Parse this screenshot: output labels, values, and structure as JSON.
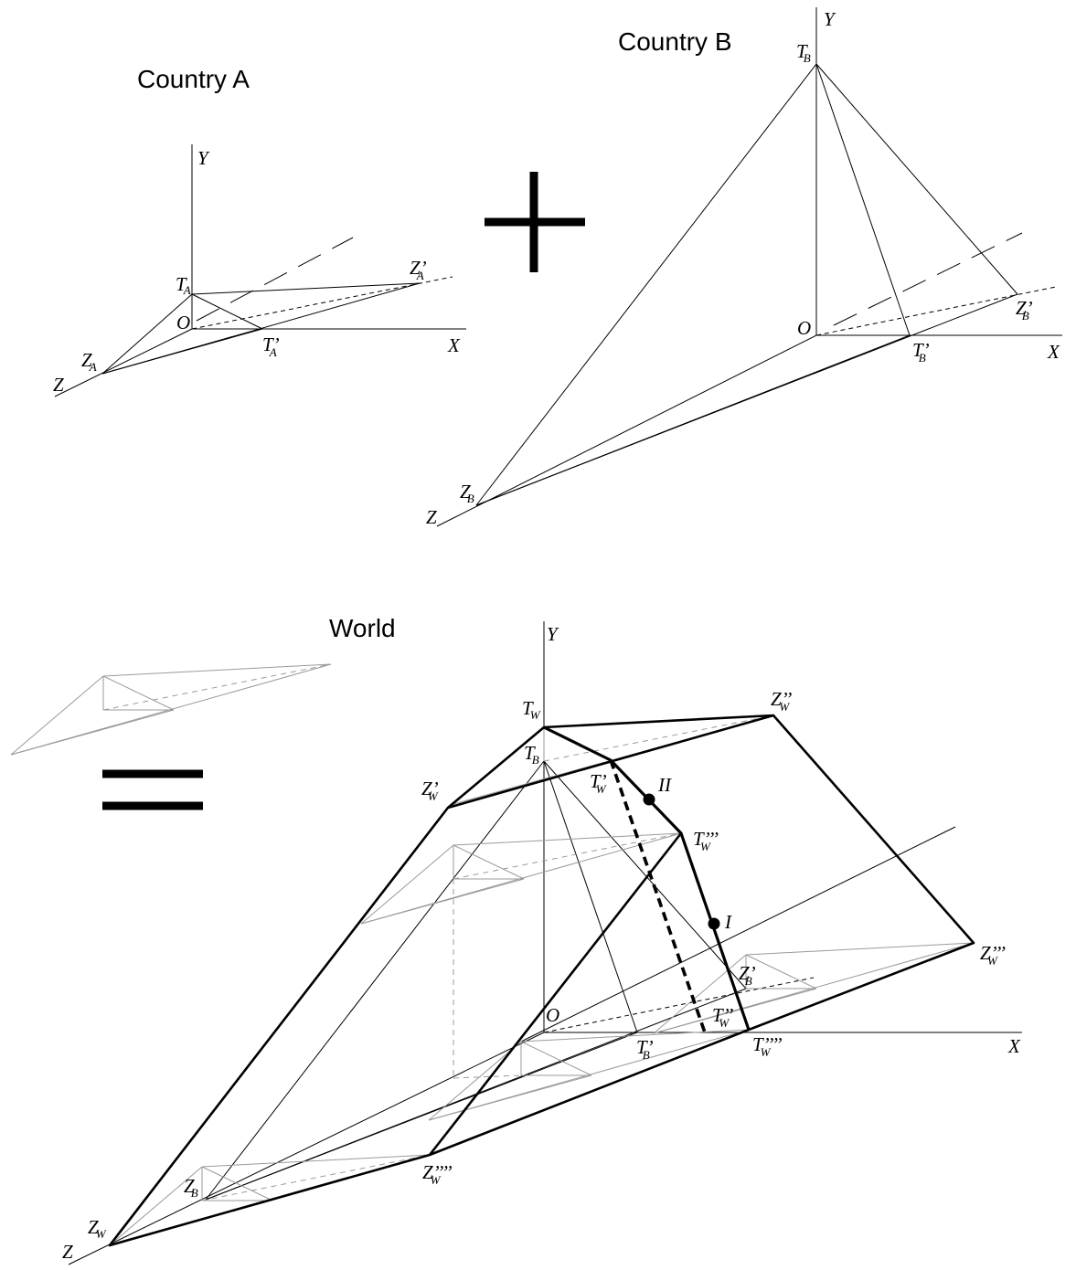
{
  "titles": {
    "country_a": "Country A",
    "country_b": "Country B",
    "world": "World"
  },
  "operators": {
    "plus": "+",
    "equals": "="
  },
  "panel_a": {
    "axis_y": "Y",
    "axis_x": "X",
    "axis_z": "Z",
    "origin": "O",
    "t": {
      "main": "T",
      "sub": "A"
    },
    "t_prime": {
      "main": "T’",
      "sub": "A"
    },
    "z": {
      "main": "Z",
      "sub": "A"
    },
    "z_prime": {
      "main": "Z’",
      "sub": "A"
    }
  },
  "panel_b": {
    "axis_y": "Y",
    "axis_x": "X",
    "axis_z": "Z",
    "origin": "O",
    "t": {
      "main": "T",
      "sub": "B"
    },
    "t_prime": {
      "main": "T’",
      "sub": "B"
    },
    "z": {
      "main": "Z",
      "sub": "B"
    },
    "z_prime": {
      "main": "Z’",
      "sub": "B"
    }
  },
  "panel_world": {
    "axis_y": "Y",
    "axis_x": "X",
    "axis_z": "Z",
    "origin": "O",
    "t_w": {
      "main": "T",
      "sub": "W"
    },
    "t_b": {
      "main": "T",
      "sub": "B"
    },
    "z_w_pp": {
      "main": "Z’’",
      "sub": "W"
    },
    "z_w_p": {
      "main": "Z’",
      "sub": "W"
    },
    "t_w_p": {
      "main": "T’",
      "sub": "W"
    },
    "point_ii": "II",
    "t_w_ppp": {
      "main": "T’’’",
      "sub": "W"
    },
    "point_i": "I",
    "z_w_ppp": {
      "main": "Z’’’",
      "sub": "W"
    },
    "z_b_p": {
      "main": "Z’",
      "sub": "B"
    },
    "t_w_pp": {
      "main": "T’’",
      "sub": "W"
    },
    "t_w_pppp": {
      "main": "T’’’’",
      "sub": "W"
    },
    "t_b_p": {
      "main": "T’",
      "sub": "B"
    },
    "z_w_pppp": {
      "main": "Z’’’’",
      "sub": "W"
    },
    "z_b": {
      "main": "Z",
      "sub": "B"
    },
    "z_w": {
      "main": "Z",
      "sub": "W"
    }
  }
}
